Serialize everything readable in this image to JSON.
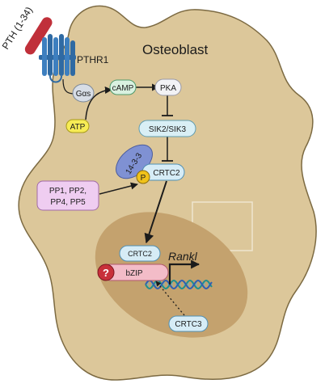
{
  "ligand": {
    "label": "PTH (1-34)",
    "color": "#c0303a"
  },
  "receptor": {
    "label": "PTHR1",
    "color": "#2f6aa3"
  },
  "cell": {
    "title": "Osteoblast",
    "color": "#dcc79a",
    "nucleus_color": "#c4a26e"
  },
  "nodes": {
    "gas": "Gαs",
    "atp": "ATP",
    "camp": "cAMP",
    "pka": "PKA",
    "sik": "SIK2/SIK3",
    "protein_1433": "14-3-3",
    "phospho": "P",
    "crtc2_cyto": "CRTC2",
    "phosphatases_line1": "PP1, PP2,",
    "phosphatases_line2": "PP4, PP5",
    "crtc2_nuc": "CRTC2",
    "unknown_factor": "?",
    "bzip": "bZIP",
    "gene": "Rankl",
    "crtc3": "CRTC3"
  },
  "colors": {
    "gas_fill": "#d7dde6",
    "atp_fill": "#f7ec55",
    "camp_fill": "#d9f1e0",
    "pka_fill": "#f2f2f5",
    "sik_fill": "#d9eff5",
    "crtc_fill": "#d6ecf6",
    "protein_1433_fill": "#7f91d3",
    "phospho_fill": "#f0c21a",
    "phosphatase_fill": "#efcdf1",
    "bzip_fill": "#f3bcc8",
    "unknown_fill": "#c8303a",
    "dna_a": "#1e8f8f",
    "dna_b": "#2f5fb2"
  }
}
